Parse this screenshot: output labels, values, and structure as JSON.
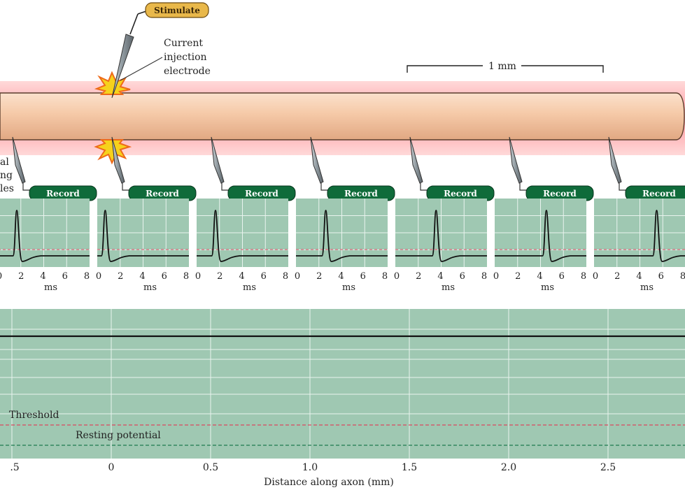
{
  "stimulate_label": "Stimulate",
  "electrode_label": [
    "Current",
    "injection",
    "electrode"
  ],
  "recording_label_partial": [
    "al",
    "ng",
    "les"
  ],
  "scale_bar_label": "1 mm",
  "record_label": "Record",
  "trace_axis": {
    "ticks": [
      "0",
      "2",
      "4",
      "6",
      "8"
    ],
    "unit": "ms"
  },
  "recordings": [
    {
      "position_mm": -0.5,
      "spike_time_ms": 1.6
    },
    {
      "position_mm": 0.0,
      "spike_time_ms": 0.6
    },
    {
      "position_mm": 0.5,
      "spike_time_ms": 1.6
    },
    {
      "position_mm": 1.0,
      "spike_time_ms": 2.6
    },
    {
      "position_mm": 1.5,
      "spike_time_ms": 3.6
    },
    {
      "position_mm": 2.0,
      "spike_time_ms": 4.6
    },
    {
      "position_mm": 2.5,
      "spike_time_ms": 5.6
    }
  ],
  "chart_data": {
    "type": "line",
    "xlabel": "Distance along axon (mm)",
    "x_ticks": [
      ".5",
      "0",
      "0.5",
      "1.0",
      "1.5",
      "2.0",
      "2.5"
    ],
    "x_tick_values": [
      -0.5,
      0,
      0.5,
      1.0,
      1.5,
      2.0,
      2.5
    ],
    "xlim": [
      -0.55,
      2.9
    ],
    "series": [
      {
        "name": "Threshold",
        "style": "dashed",
        "color": "#d9475f"
      },
      {
        "name": "Resting potential",
        "style": "dashed",
        "color": "#1e7a4f"
      }
    ],
    "peak_line": {
      "style": "solid",
      "color": "#111111"
    },
    "grid": true,
    "background": "#9fc8b2"
  },
  "colors": {
    "axon_fill": "#f3c2a1",
    "axon_glow": "#ffb0b0",
    "record_badge": "#0f6b3a",
    "stimulate_badge": "#e9b84a",
    "trace_bg": "#9fc8b2",
    "trace_grid": "#e9f3ee",
    "threshold": "#d9475f",
    "resting": "#1e7a4f"
  }
}
